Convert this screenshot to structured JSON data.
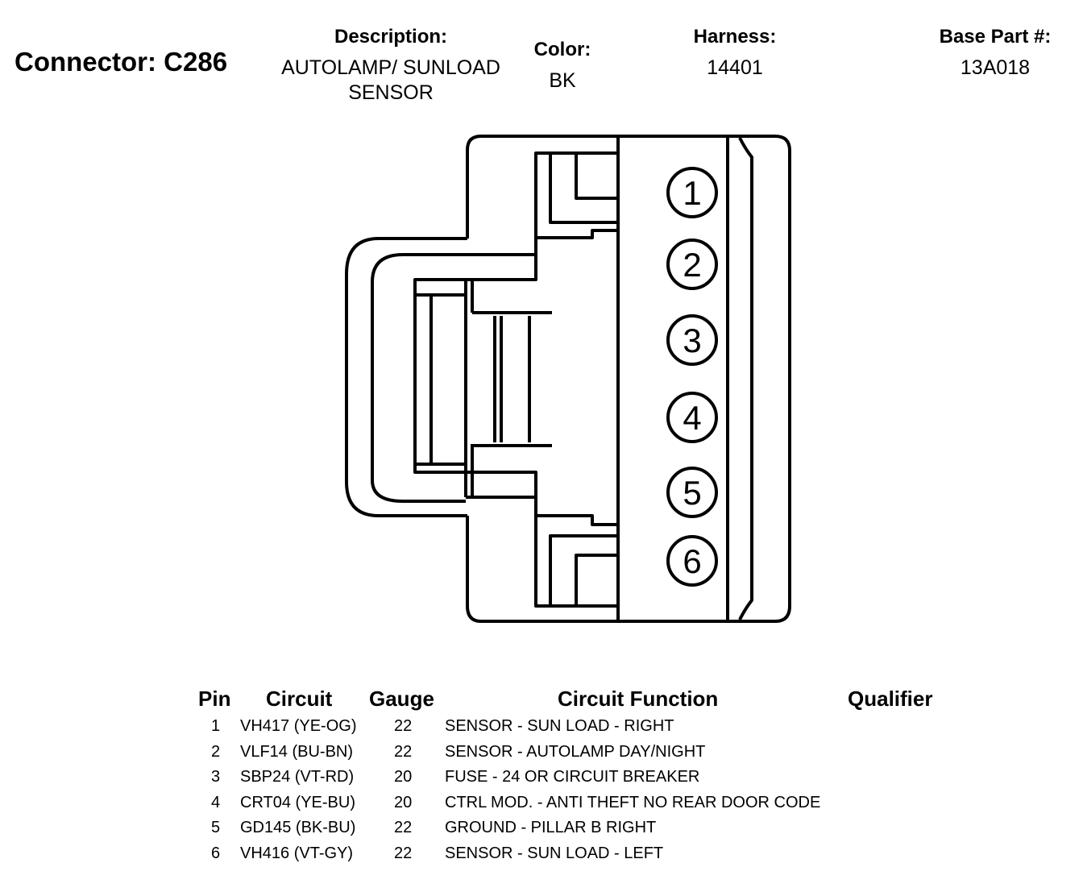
{
  "connector": {
    "title": "Connector: C286",
    "description_label": "Description:",
    "description_line1": "AUTOLAMP/ SUNLOAD",
    "description_line2": "SENSOR",
    "color_label": "Color:",
    "color_value": "BK",
    "harness_label": "Harness:",
    "harness_value": "14401",
    "base_part_label": "Base Part #:",
    "base_part_value": "13A018"
  },
  "diagram": {
    "pin_labels": [
      "1",
      "2",
      "3",
      "4",
      "5",
      "6"
    ]
  },
  "table": {
    "headers": {
      "pin": "Pin",
      "circuit": "Circuit",
      "gauge": "Gauge",
      "function": "Circuit Function",
      "qualifier": "Qualifier"
    },
    "rows": [
      {
        "pin": "1",
        "circuit": "VH417 (YE-OG)",
        "gauge": "22",
        "function": "SENSOR - SUN LOAD - RIGHT",
        "qualifier": ""
      },
      {
        "pin": "2",
        "circuit": "VLF14 (BU-BN)",
        "gauge": "22",
        "function": "SENSOR - AUTOLAMP DAY/NIGHT",
        "qualifier": ""
      },
      {
        "pin": "3",
        "circuit": "SBP24 (VT-RD)",
        "gauge": "20",
        "function": "FUSE - 24 OR CIRCUIT BREAKER",
        "qualifier": ""
      },
      {
        "pin": "4",
        "circuit": "CRT04 (YE-BU)",
        "gauge": "20",
        "function": "CTRL MOD. - ANTI THEFT NO REAR DOOR CODE",
        "qualifier": ""
      },
      {
        "pin": "5",
        "circuit": "GD145 (BK-BU)",
        "gauge": "22",
        "function": "GROUND - PILLAR B RIGHT",
        "qualifier": ""
      },
      {
        "pin": "6",
        "circuit": "VH416 (VT-GY)",
        "gauge": "22",
        "function": "SENSOR - SUN LOAD - LEFT",
        "qualifier": ""
      }
    ]
  }
}
